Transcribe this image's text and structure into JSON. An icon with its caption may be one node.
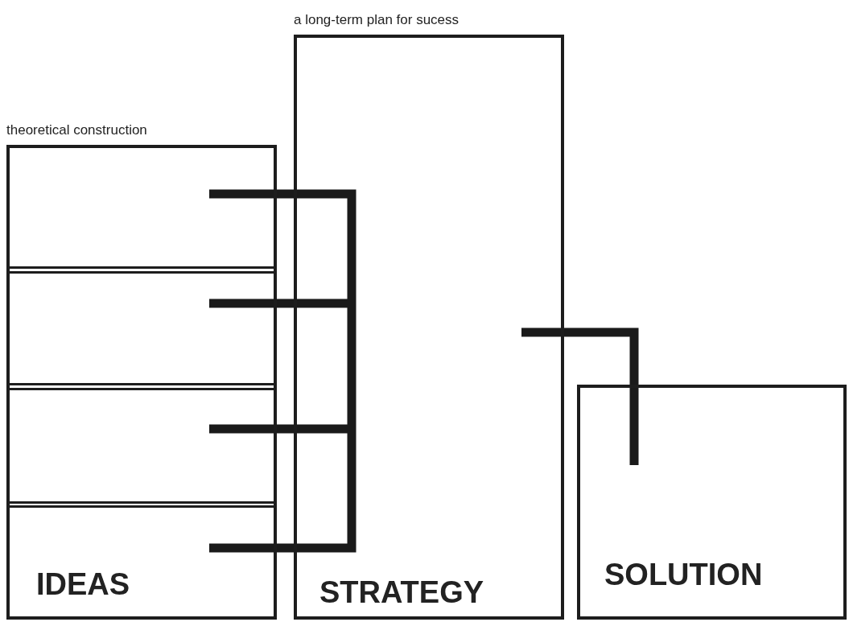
{
  "diagram": {
    "nodes": [
      {
        "text": [
          "theoretical construction"
        ]
      },
      {
        "text": [],
        "shape": "box",
        "in": 0
      },
      {
        "text": [],
        "shape": "box",
        "in": 0
      },
      {
        "text": [],
        "shape": "box",
        "in": 0
      },
      {
        "text": [
          "IDEAS"
        ],
        "in": 0
      },
      {
        "text": [
          "a long-term plan for sucess",
          "STRATEGY"
        ]
      },
      {
        "text": [
          "SOLUTION"
        ]
      }
    ],
    "edges": [
      {
        "from": 1,
        "to": 5,
        "arrow": "none"
      },
      {
        "from": 2,
        "to": 5,
        "arrow": "none"
      },
      {
        "from": 3,
        "to": 5,
        "arrow": "none"
      },
      {
        "from": 4,
        "to": 5,
        "arrow": "none"
      },
      {
        "from": 5,
        "to": 6,
        "arrow": "none"
      }
    ]
  }
}
